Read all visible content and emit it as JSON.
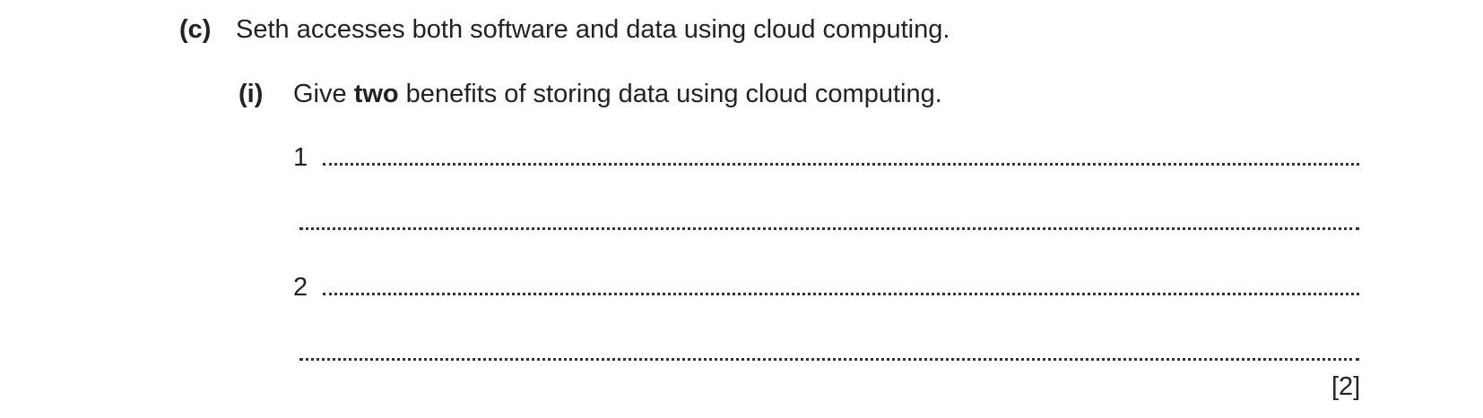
{
  "question": {
    "part_label": "(c)",
    "part_text": "Seth accesses both software and data using cloud computing.",
    "sub_label": "(i)",
    "sub_text_before": "Give ",
    "sub_text_bold": "two",
    "sub_text_after": " benefits of storing data using cloud computing.",
    "answer_lines": [
      {
        "number": "1"
      },
      {
        "number": ""
      },
      {
        "number": "2"
      },
      {
        "number": ""
      }
    ],
    "marks": "[2]"
  }
}
